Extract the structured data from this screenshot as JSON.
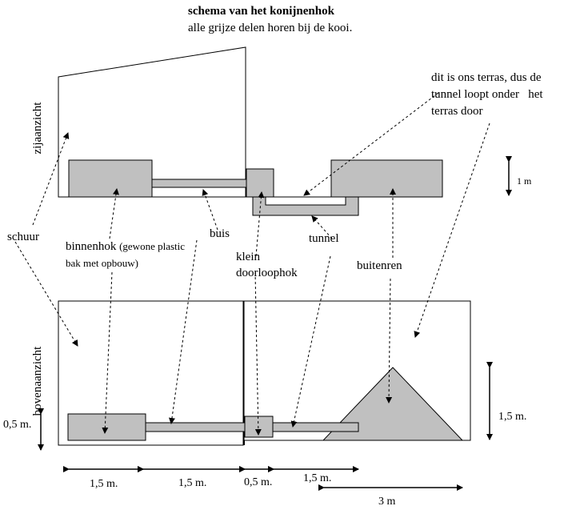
{
  "title": "schema van het konijnenhok",
  "subtitle": "alle grijze delen horen bij de kooi.",
  "terrace_note_lines": [
    "dit is ons terras, dus de",
    "tunnel loopt onder   het",
    "terras door"
  ],
  "views": {
    "side": "zijaanzicht",
    "top": "bovenaanzicht"
  },
  "labels": {
    "schuur": "schuur",
    "binnenhok": "binnenhok",
    "binnenhok_note_1": "(gewone plastic",
    "binnenhok_note_2": "bak met opbouw)",
    "buis": "buis",
    "klein_line1": "klein",
    "klein_line2": "doorloophok",
    "tunnel": "tunnel",
    "buitenren": "buitenren"
  },
  "dimensions": {
    "height_side": "1 m",
    "height_top_right": "1,5 m.",
    "height_top_left": "0,5 m.",
    "bottom": [
      "1,5 m.",
      "1,5 m.",
      "0,5 m.",
      "1,5 m."
    ],
    "total": "3 m"
  },
  "colors": {
    "cage_fill": "#c0c0c0",
    "line": "#000000",
    "background": "#ffffff"
  }
}
